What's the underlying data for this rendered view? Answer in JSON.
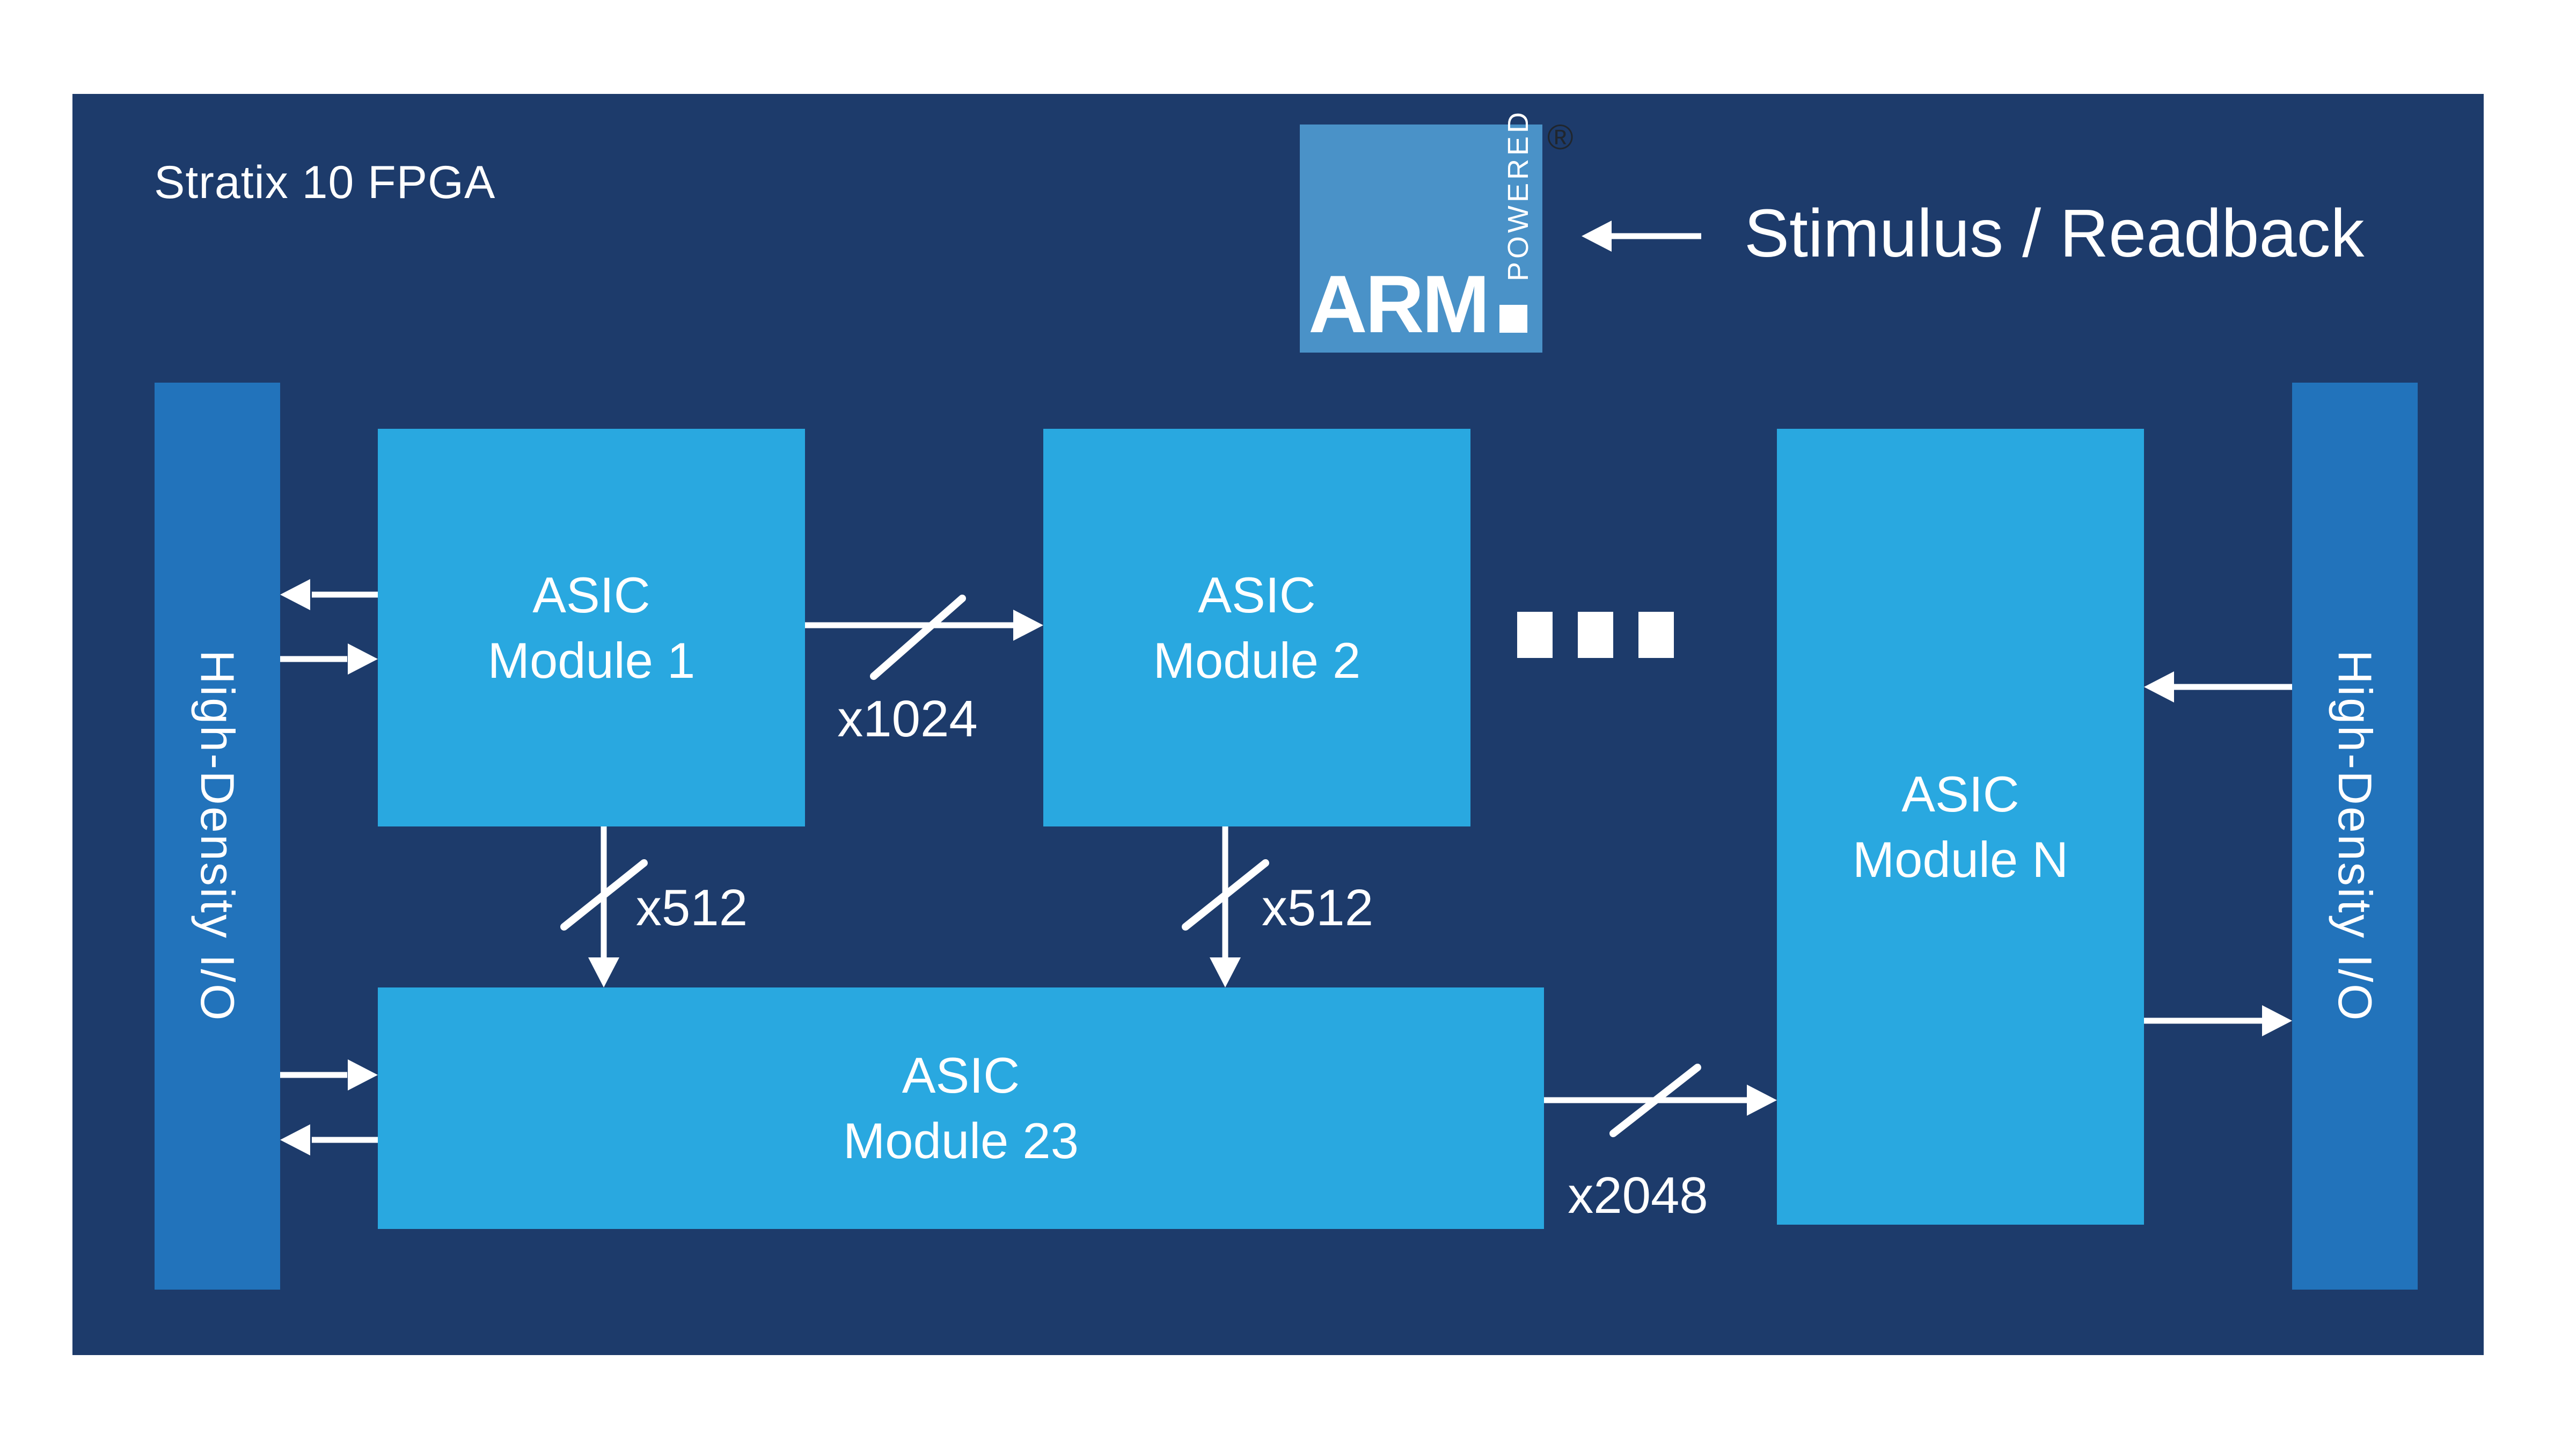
{
  "panel": {
    "title": "Stratix 10 FPGA"
  },
  "annotation": {
    "label": "Stimulus / Readback"
  },
  "arm": {
    "brand": "ARM",
    "powered": "POWERED",
    "registered": "®",
    "dot_icon": "square-period-icon"
  },
  "io_bars": {
    "left_label": "High-Density I/O",
    "right_label": "High-Density I/O"
  },
  "modules": [
    {
      "id": "module-1",
      "line1": "ASIC",
      "line2": "Module 1"
    },
    {
      "id": "module-2",
      "line1": "ASIC",
      "line2": "Module 2"
    },
    {
      "id": "module-23",
      "line1": "ASIC",
      "line2": "Module 23"
    },
    {
      "id": "module-n",
      "line1": "ASIC",
      "line2": "Module N"
    }
  ],
  "bus_labels": {
    "m1_to_m2": "x1024",
    "m1_to_m23": "x512",
    "m2_to_m23": "x512",
    "m23_to_mn": "x2048"
  },
  "ellipsis_icon": "three-white-squares",
  "colors": {
    "page_bg": "#ffffff",
    "panel_bg": "#1d3b6b",
    "module_bg": "#29a8e0",
    "io_bar_bg": "#2273bb",
    "arm_logo_bg": "#4a92c8",
    "text": "#ffffff",
    "arrow": "#ffffff",
    "registered_mark": "#20262e"
  }
}
